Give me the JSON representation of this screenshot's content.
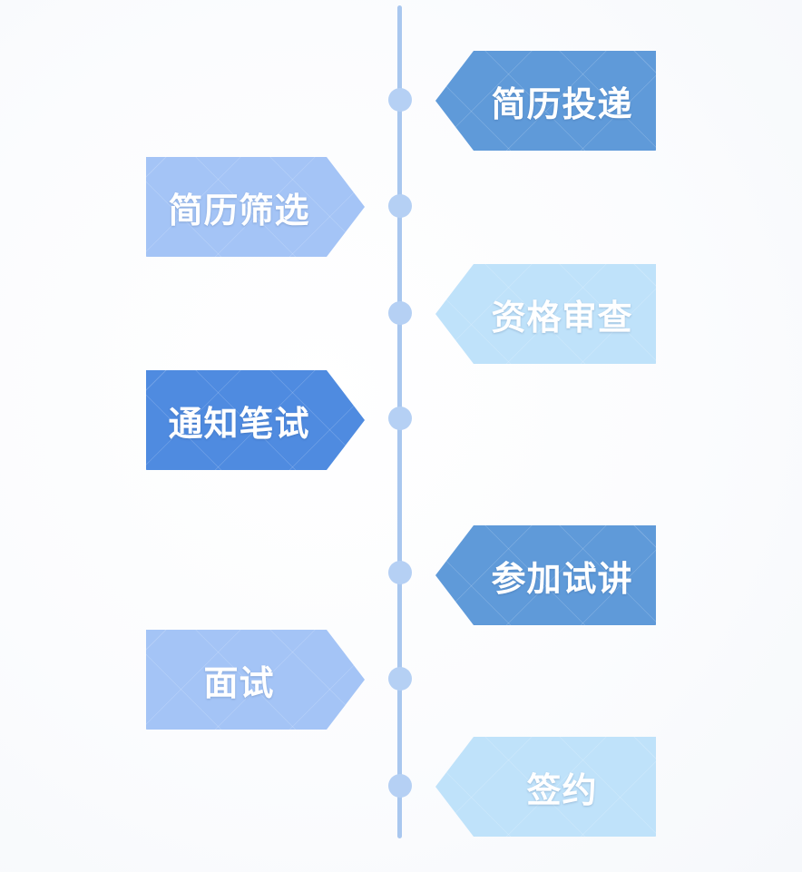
{
  "colors": {
    "line": "#a9c7ef",
    "node": "#b5d0f4",
    "medium_blue": "#5f9ad9",
    "light_periwinkle": "#a4c4f6",
    "pale_blue": "#bfe2fa",
    "strong_blue": "#4f8be0"
  },
  "steps": [
    {
      "label": "简历投递",
      "side": "right",
      "color": "#5f9ad9"
    },
    {
      "label": "简历筛选",
      "side": "left",
      "color": "#a4c4f6"
    },
    {
      "label": "资格审查",
      "side": "right",
      "color": "#bfe2fa"
    },
    {
      "label": "通知笔试",
      "side": "left",
      "color": "#4f8be0"
    },
    {
      "label": "参加试讲",
      "side": "right",
      "color": "#5f9ad9"
    },
    {
      "label": "面试",
      "side": "left",
      "color": "#a4c4f6"
    },
    {
      "label": "签约",
      "side": "right",
      "color": "#bfe2fa"
    }
  ]
}
